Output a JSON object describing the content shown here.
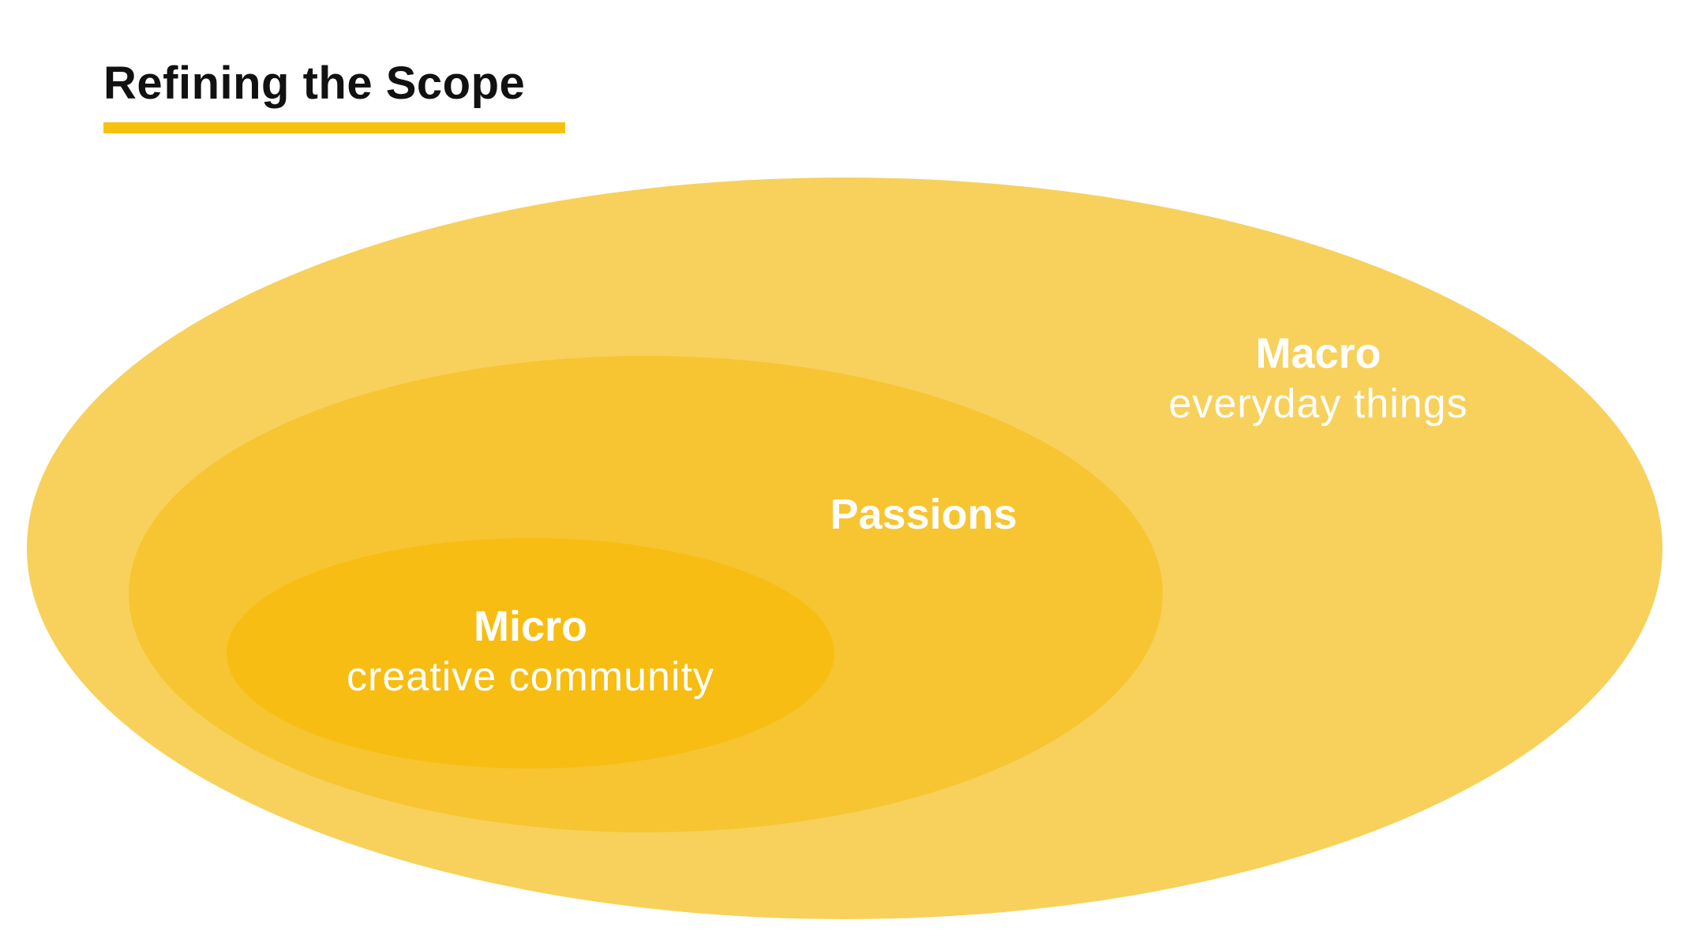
{
  "slide": {
    "title": "Refining the Scope"
  },
  "colors": {
    "accent": "#F8C10E",
    "macro_fill": "#F7D15B",
    "passions_fill": "#F6C531",
    "micro_fill": "#F8BD12",
    "label_text": "#FFFFFF"
  },
  "diagram": {
    "macro": {
      "heading": "Macro",
      "subtitle": "everyday things"
    },
    "passions": {
      "heading": "Passions"
    },
    "micro": {
      "heading": "Micro",
      "subtitle": "creative community"
    }
  }
}
